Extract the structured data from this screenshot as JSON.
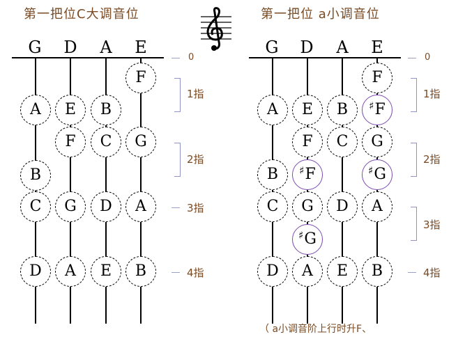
{
  "left": {
    "title": "第一把位C大调音位",
    "strings": [
      "G",
      "D",
      "A",
      "E"
    ],
    "open_label": "0",
    "fingers": [
      "1指",
      "2指",
      "3指",
      "4指"
    ],
    "notes": [
      {
        "string": "E",
        "label": "F",
        "accidental": ""
      },
      {
        "string": "G",
        "label": "A",
        "accidental": ""
      },
      {
        "string": "D",
        "label": "E",
        "accidental": ""
      },
      {
        "string": "A",
        "label": "B",
        "accidental": ""
      },
      {
        "string": "D",
        "label": "F",
        "accidental": ""
      },
      {
        "string": "A",
        "label": "C",
        "accidental": ""
      },
      {
        "string": "E",
        "label": "G",
        "accidental": ""
      },
      {
        "string": "G",
        "label": "B",
        "accidental": ""
      },
      {
        "string": "G",
        "label": "C",
        "accidental": ""
      },
      {
        "string": "D",
        "label": "G",
        "accidental": ""
      },
      {
        "string": "A",
        "label": "D",
        "accidental": ""
      },
      {
        "string": "E",
        "label": "A",
        "accidental": ""
      },
      {
        "string": "G",
        "label": "D",
        "accidental": ""
      },
      {
        "string": "D",
        "label": "A",
        "accidental": ""
      },
      {
        "string": "A",
        "label": "E",
        "accidental": ""
      },
      {
        "string": "E",
        "label": "B",
        "accidental": ""
      }
    ]
  },
  "right": {
    "title": "第一把位 a小调音位",
    "strings": [
      "G",
      "D",
      "A",
      "E"
    ],
    "open_label": "0",
    "fingers": [
      "1指",
      "2指",
      "3指",
      "4指"
    ],
    "notes": [
      {
        "string": "E",
        "label": "F",
        "accidental": ""
      },
      {
        "string": "G",
        "label": "A",
        "accidental": ""
      },
      {
        "string": "D",
        "label": "E",
        "accidental": ""
      },
      {
        "string": "A",
        "label": "B",
        "accidental": ""
      },
      {
        "string": "E",
        "label": "F",
        "accidental": "♯"
      },
      {
        "string": "D",
        "label": "F",
        "accidental": ""
      },
      {
        "string": "A",
        "label": "C",
        "accidental": ""
      },
      {
        "string": "E",
        "label": "G",
        "accidental": ""
      },
      {
        "string": "G",
        "label": "B",
        "accidental": ""
      },
      {
        "string": "D",
        "label": "F",
        "accidental": "♯"
      },
      {
        "string": "E",
        "label": "G",
        "accidental": "♯"
      },
      {
        "string": "G",
        "label": "C",
        "accidental": ""
      },
      {
        "string": "D",
        "label": "G",
        "accidental": ""
      },
      {
        "string": "A",
        "label": "D",
        "accidental": ""
      },
      {
        "string": "E",
        "label": "A",
        "accidental": ""
      },
      {
        "string": "D",
        "label": "G",
        "accidental": "♯"
      },
      {
        "string": "G",
        "label": "D",
        "accidental": ""
      },
      {
        "string": "D",
        "label": "A",
        "accidental": ""
      },
      {
        "string": "A",
        "label": "E",
        "accidental": ""
      },
      {
        "string": "E",
        "label": "B",
        "accidental": ""
      }
    ],
    "footnote": "（ a小调音阶上行时升F、"
  },
  "clef": {
    "icon": "treble-clef-icon"
  },
  "colors": {
    "text_brown": "#7a4a22",
    "bracket": "#8f93c8",
    "sharp_ring": "#7b4bb0"
  }
}
